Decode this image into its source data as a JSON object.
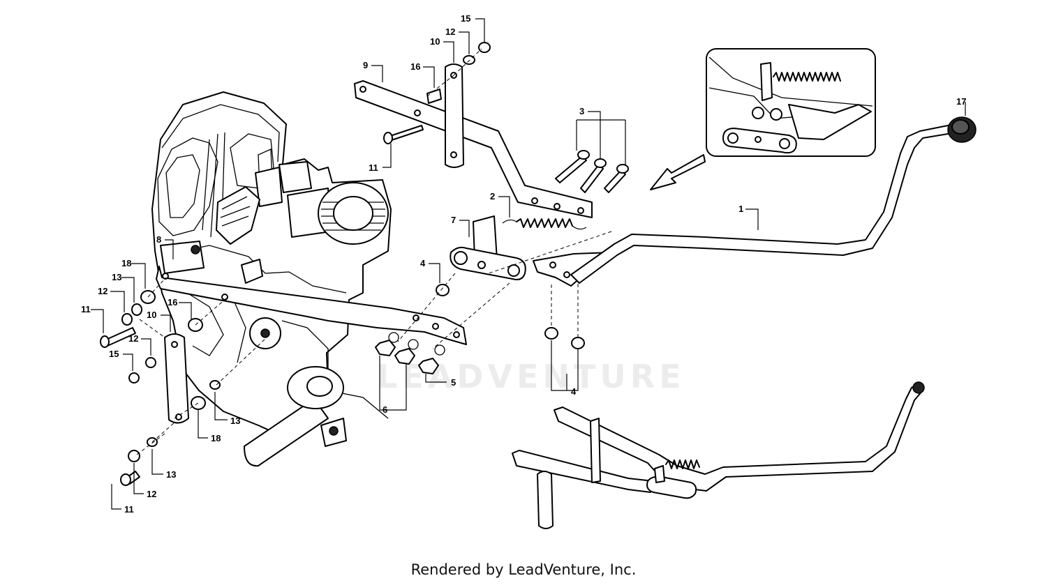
{
  "watermark": "LEADVENTURE",
  "footer": "Rendered by LeadVenture, Inc.",
  "callouts": [
    "15",
    "12",
    "10",
    "9",
    "16",
    "11",
    "3",
    "17",
    "2",
    "1",
    "7",
    "4",
    "8",
    "18",
    "13",
    "11",
    "12",
    "10",
    "16",
    "12",
    "15",
    "5",
    "6",
    "4",
    "13",
    "18",
    "13",
    "12",
    "11"
  ]
}
